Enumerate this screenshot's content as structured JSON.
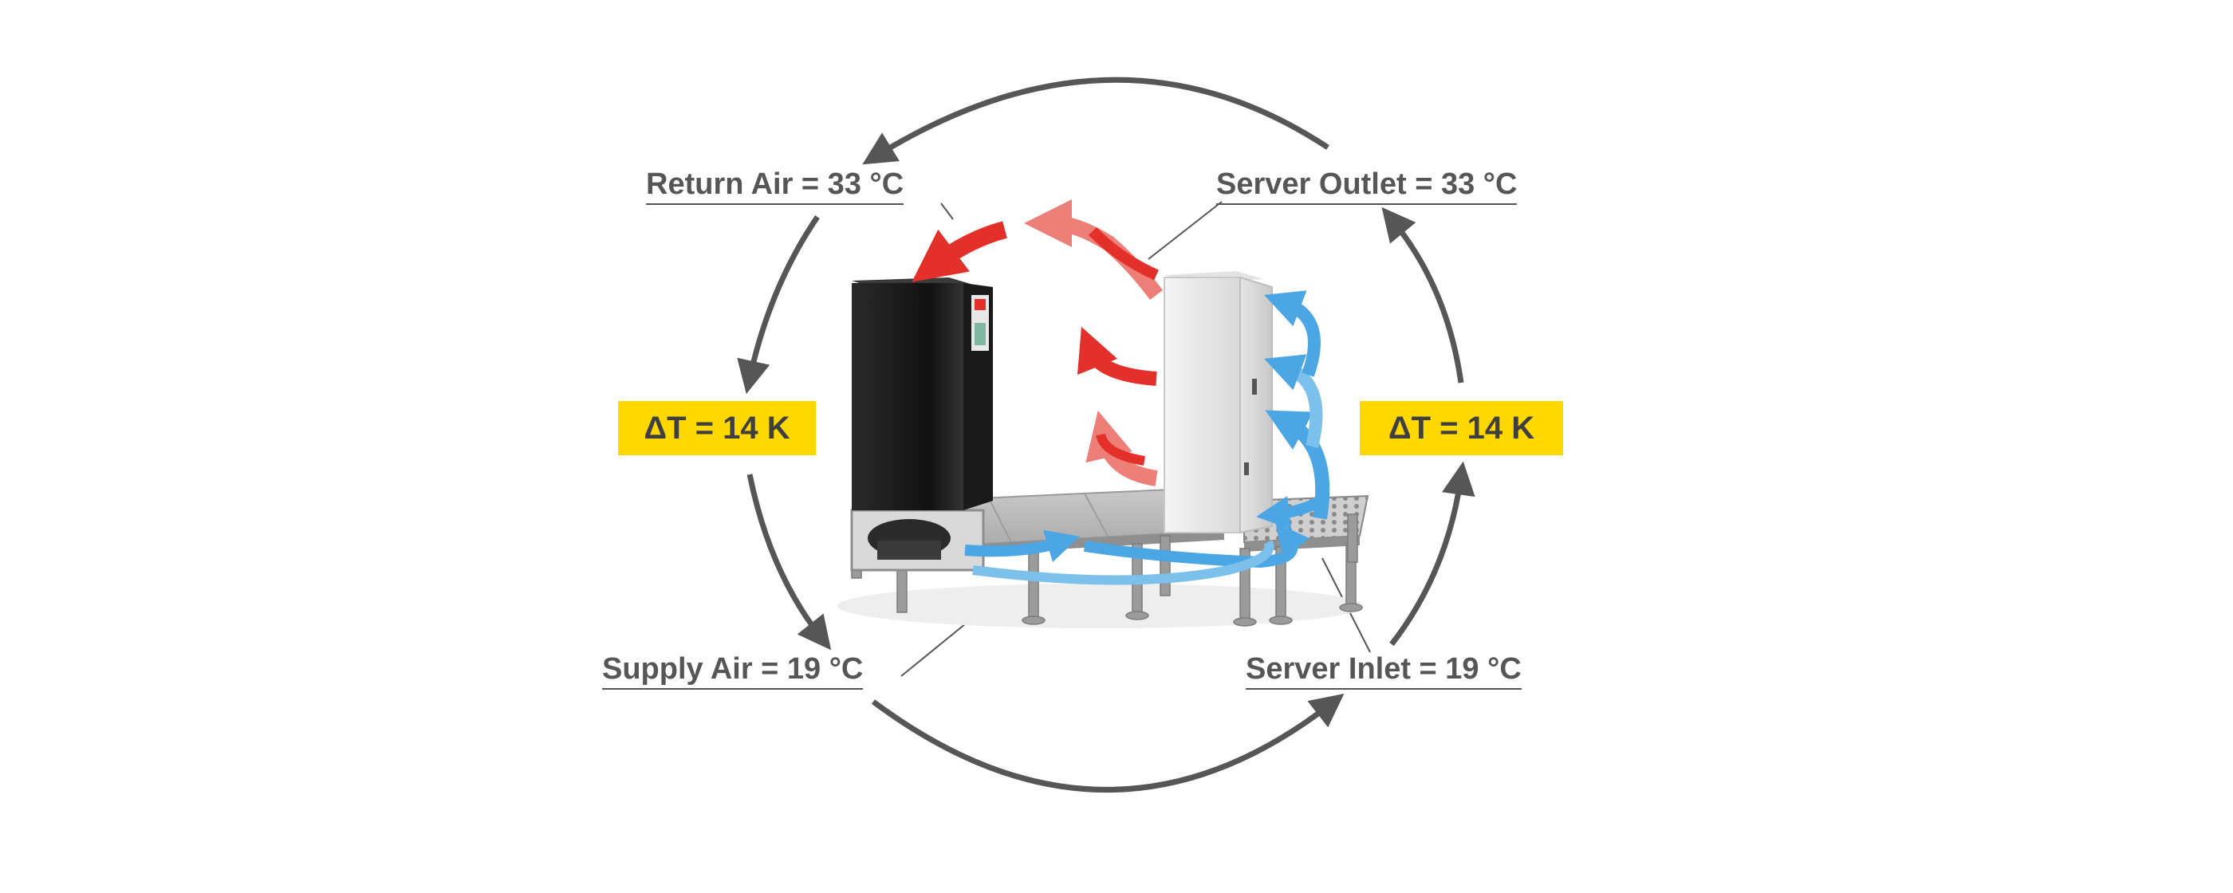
{
  "labels": {
    "return_air": "Return Air = 33 °C",
    "server_outlet": "Server Outlet = 33 °C",
    "supply_air": "Supply Air = 19 °C",
    "server_inlet": "Server Inlet = 19 °C"
  },
  "delta_t": {
    "left": "ΔT = 14 K",
    "right": "ΔT = 14 K"
  },
  "colors": {
    "cycle_arrow": "#565656",
    "hot_air": "#e4302b",
    "cold_air": "#4ba6e3",
    "delta_badge": "#ffd800"
  }
}
